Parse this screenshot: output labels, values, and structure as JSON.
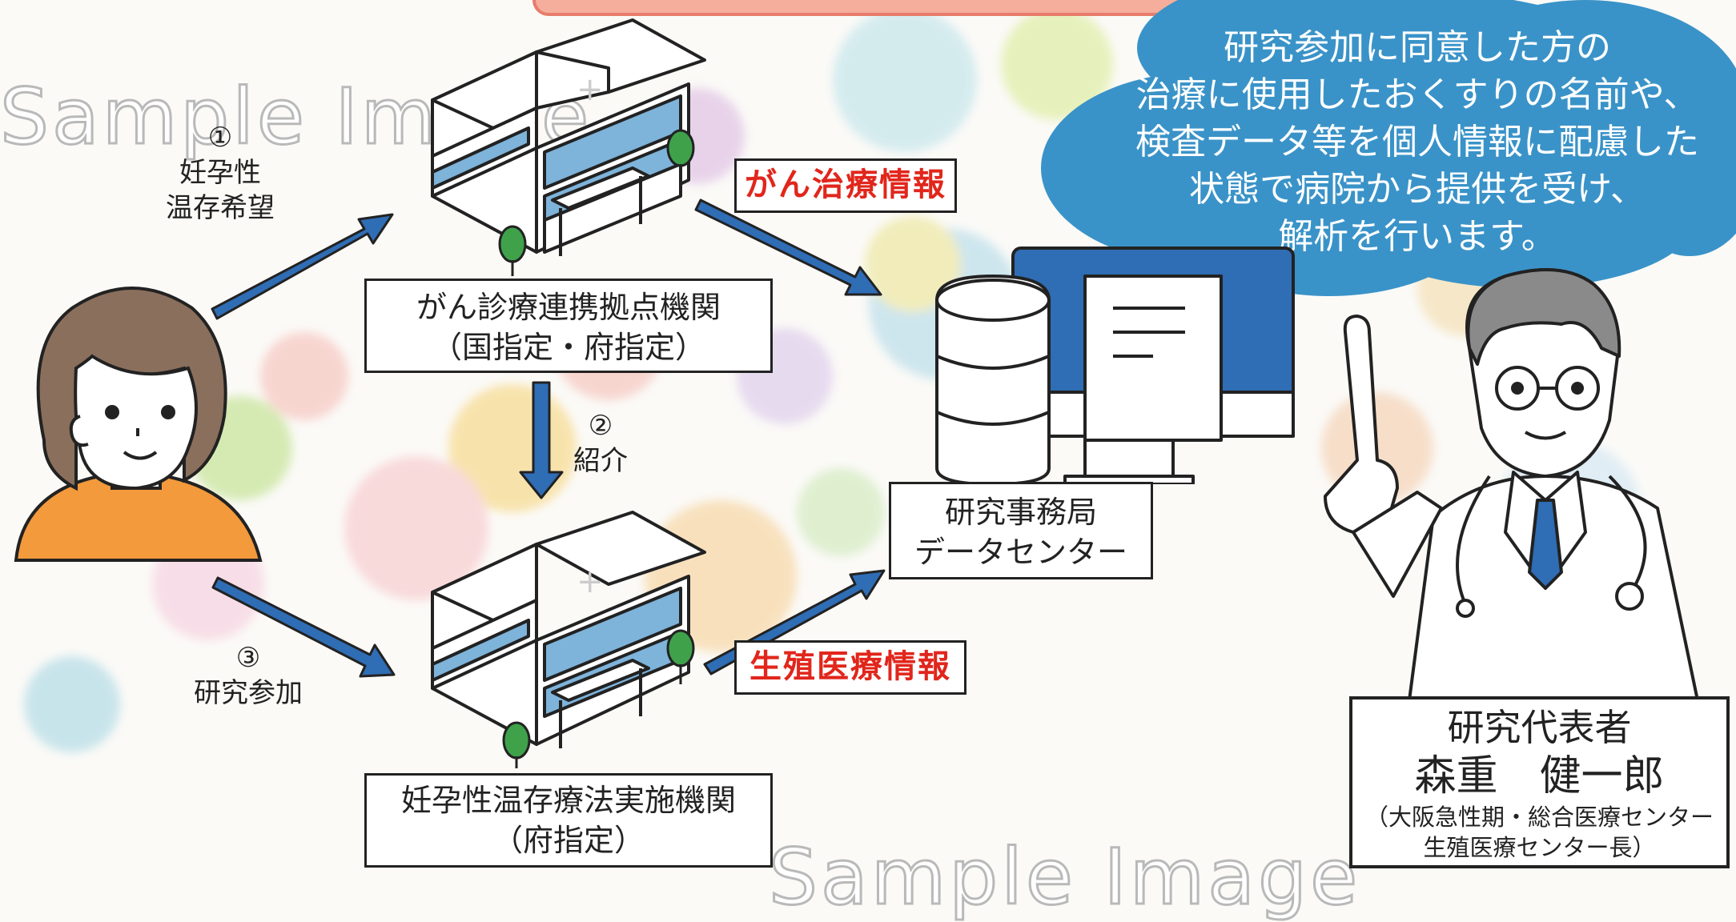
{
  "cloud": {
    "lines": [
      "研究参加に同意した方の",
      "治療に使用したおくすりの名前や、",
      "検査データ等を個人情報に配慮した",
      "状態で病院から提供を受け、",
      "解析を行います。"
    ]
  },
  "patient": {
    "step1": {
      "num": "①",
      "line1": "妊孕性",
      "line2": "温存希望"
    },
    "step3": {
      "num": "③",
      "line1": "研究参加"
    }
  },
  "hospital_top": {
    "line1": "がん診療連携拠点機関",
    "line2": "（国指定・府指定）"
  },
  "hospital_bottom": {
    "line1": "妊孕性温存療法実施機関",
    "line2": "（府指定）"
  },
  "referral": {
    "num": "②",
    "label": "紹介"
  },
  "info_tags": {
    "cancer": "がん治療情報",
    "reproductive": "生殖医療情報"
  },
  "data_center": {
    "line1": "研究事務局",
    "line2": "データセンター"
  },
  "representative": {
    "title": "研究代表者",
    "name": "森重　健一郎",
    "affil1": "（大阪急性期・総合医療センター",
    "affil2": "生殖医療センター長）"
  },
  "watermark": {
    "text": "Sample Image"
  },
  "colors": {
    "arrow": "#2f6db5",
    "tag_text": "#e1261c",
    "cloud": "#3a93c8",
    "shirt": "#f39a3c",
    "hair": "#8a6f5c"
  }
}
